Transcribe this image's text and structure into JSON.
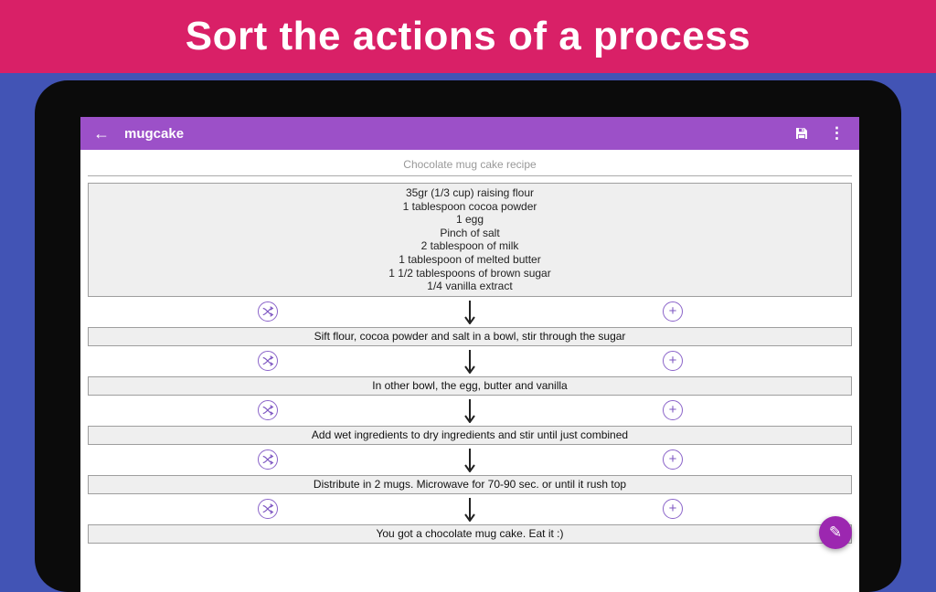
{
  "banner": {
    "title": "Sort the actions of a process"
  },
  "app": {
    "appbar": {
      "title": "mugcake",
      "back_icon": "←",
      "overflow_icon": "⋮",
      "save_icon": "floppy-disk"
    },
    "recipe_title": "Chocolate mug cake recipe",
    "ingredients": [
      "35gr (1/3 cup) raising flour",
      "1 tablespoon cocoa powder",
      "1 egg",
      "Pinch of salt",
      "2 tablespoon of milk",
      "1 tablespoon of melted butter",
      "1 1/2 tablespoons of brown sugar",
      "1/4 vanilla extract"
    ],
    "steps": [
      "Sift flour, cocoa powder and salt in a bowl, stir through the sugar",
      "In other bowl, the egg, butter and vanilla",
      "Add wet ingredients to dry ingredients and stir until just combined",
      "Distribute in 2 mugs. Microwave for 70-90 sec. or until it rush top",
      "You got a chocolate mug cake. Eat it :)"
    ],
    "icons": {
      "shuffle": "shuffle-arrows",
      "add": "+",
      "between_arrow": "↓",
      "fab_edit": "✎"
    },
    "colors": {
      "page_bg": "#4254B5",
      "banner_bg": "#D92067",
      "appbar_bg": "#9C50C8",
      "fab_bg": "#9C27B0",
      "icon_purple": "#7E57C2",
      "box_bg": "#EFEFEF",
      "box_border": "#9E9E9E"
    }
  }
}
